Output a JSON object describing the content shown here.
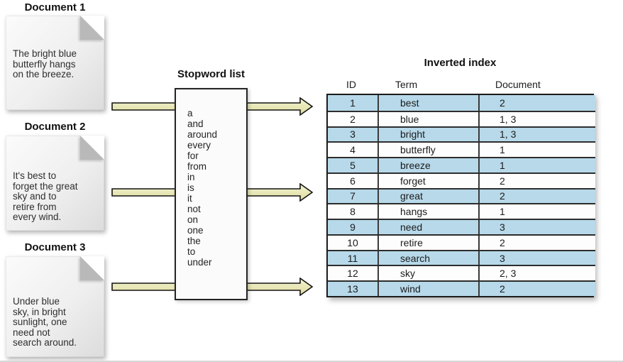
{
  "documents": [
    {
      "title": "Document 1",
      "lines": [
        "The bright blue",
        "butterfly hangs",
        "on the breeze."
      ]
    },
    {
      "title": "Document 2",
      "lines": [
        "It's best to",
        "forget the great",
        "sky and to",
        "retire from",
        "every wind."
      ]
    },
    {
      "title": "Document 3",
      "lines": [
        "Under blue",
        "sky, in bright",
        "sunlight, one",
        "need not",
        "search around."
      ]
    }
  ],
  "stopwords": {
    "title": "Stopword list",
    "items": [
      "a",
      "and",
      "around",
      "every",
      "for",
      "from",
      "in",
      "is",
      "it",
      "not",
      "on",
      "one",
      "the",
      "to",
      "under"
    ]
  },
  "inverted_index": {
    "title": "Inverted index",
    "columns": [
      "ID",
      "Term",
      "Document"
    ],
    "rows": [
      {
        "id": "1",
        "term": "best",
        "document": "2"
      },
      {
        "id": "2",
        "term": "blue",
        "document": "1, 3"
      },
      {
        "id": "3",
        "term": "bright",
        "document": "1, 3"
      },
      {
        "id": "4",
        "term": "butterfly",
        "document": "1"
      },
      {
        "id": "5",
        "term": "breeze",
        "document": "1"
      },
      {
        "id": "6",
        "term": "forget",
        "document": "2"
      },
      {
        "id": "7",
        "term": "great",
        "document": "2"
      },
      {
        "id": "8",
        "term": "hangs",
        "document": "1"
      },
      {
        "id": "9",
        "term": "need",
        "document": "3"
      },
      {
        "id": "10",
        "term": "retire",
        "document": "2"
      },
      {
        "id": "11",
        "term": "search",
        "document": "3"
      },
      {
        "id": "12",
        "term": "sky",
        "document": "2, 3"
      },
      {
        "id": "13",
        "term": "wind",
        "document": "2"
      }
    ]
  },
  "colors": {
    "row_blue": "#b7d9ea",
    "row_white": "#fdfdfd",
    "arrow_fill_top": "#f4f3d2",
    "arrow_fill_bottom": "#dedc9e",
    "arrow_outline": "#141414"
  }
}
